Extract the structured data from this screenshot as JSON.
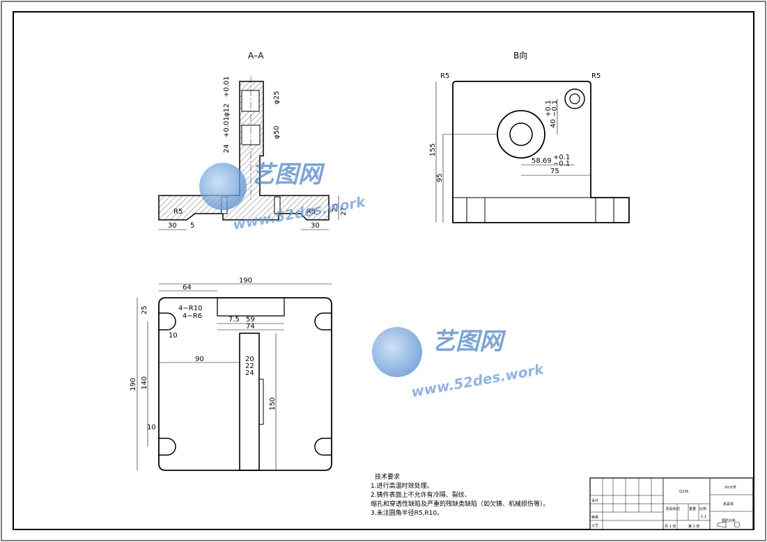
{
  "views": {
    "section_title": "A–A",
    "view_b_title": "B向"
  },
  "section_dims": {
    "phi25": "φ25",
    "phi50": "φ50",
    "phi12": "φ12",
    "phi12_tol": "+0.01",
    "phi24": "24",
    "phi24_tol": "+0.01",
    "r5_left": "R5",
    "r5_right": "R5",
    "d30_left": "30",
    "d30_right": "30",
    "d5": "5",
    "d25": "25",
    "d27": "27"
  },
  "view_b_dims": {
    "r5_left": "R5",
    "r5_right": "R5",
    "d155": "155",
    "d95": "95",
    "d40": "40",
    "d40_tol_up": "+0.1",
    "d40_tol_low": "−0.1",
    "d58": "58.69",
    "d58_tol_up": "+0.1",
    "d58_tol_low": "−0.1",
    "d75": "75"
  },
  "top_view_dims": {
    "d190_w": "190",
    "d64": "64",
    "d25": "25",
    "r10": "4−R10",
    "r6": "4−R6",
    "d7_5": "7.5",
    "d59": "59",
    "d74": "74",
    "d10_top": "10",
    "d90": "90",
    "d20": "20",
    "d22": "22",
    "d24": "24",
    "d190_h": "190",
    "d140": "140",
    "d150": "150",
    "d10_bot": "10"
  },
  "notes": {
    "heading": "技术要求",
    "line1": "1.进行高温时效处理。",
    "line2": "2.铸件表面上不允许有冷隔、裂纹、",
    "line3": "缩孔和穿透性缺陷及严重的残缺类缺陷（如欠铸、机械损伤等）。",
    "line4": "3.未注圆角半径R5,R10。"
  },
  "title_block": {
    "material": "Q235",
    "school": "XX大学",
    "part_name": "夹具体",
    "drawing_no": "预防分析",
    "scale": "1:1",
    "stage_label": "阶段标记",
    "weight_label": "重量",
    "scale_label": "比例",
    "design_label": "设计",
    "review_label": "审核",
    "process_label": "工艺",
    "sheet_total": "共 1 张",
    "sheet_no": "第 1 张"
  },
  "watermark": {
    "text_cn": "艺图网",
    "url": "www.52des.work"
  }
}
